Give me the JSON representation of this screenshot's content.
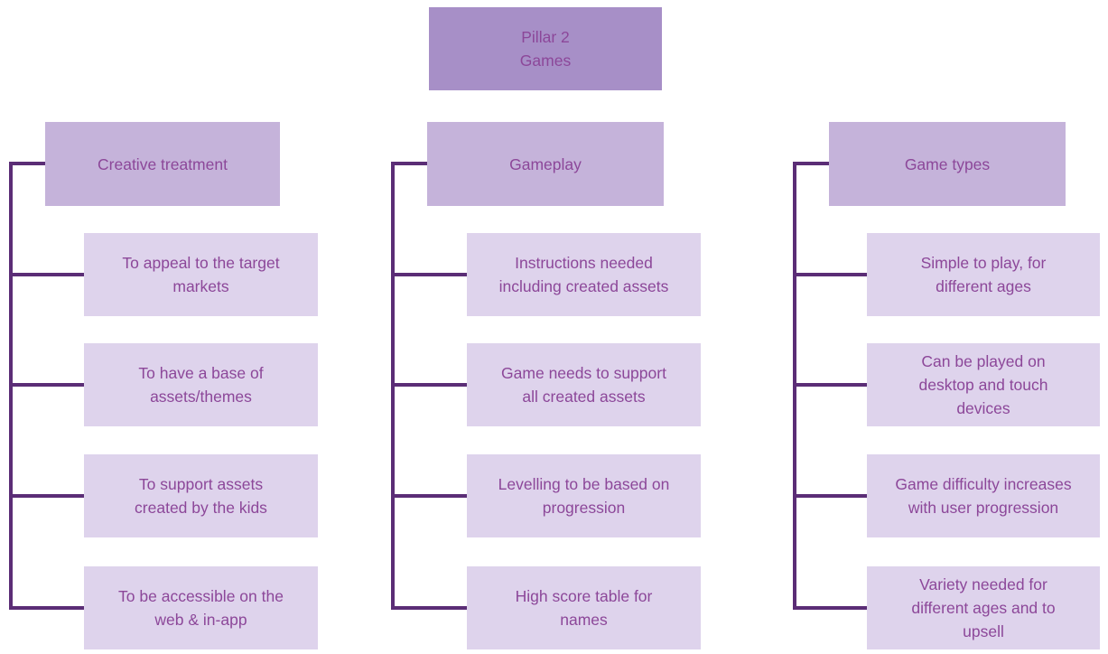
{
  "diagram": {
    "root": {
      "text": "Pillar 2\nGames"
    },
    "columns": [
      {
        "header": "Creative treatment",
        "items": [
          "To appeal to the target markets",
          "To have a base of assets/themes",
          "To support assets created by the kids",
          "To be accessible on the web & in-app"
        ]
      },
      {
        "header": "Gameplay",
        "items": [
          "Instructions needed including created assets",
          "Game needs  to support all created assets",
          "Levelling to be based on progression",
          "High score table for names"
        ]
      },
      {
        "header": "Game types",
        "items": [
          "Simple to play, for different ages",
          "Can be played on desktop and touch devices",
          "Game difficulty increases with user progression",
          "Variety needed for different ages and to upsell"
        ]
      }
    ],
    "colors": {
      "background": "#ffffff",
      "root_fill": "#a78fc7",
      "header_fill": "#c5b3da",
      "item_fill": "#ded3ec",
      "text": "#8c4799",
      "connector": "#5b2d76"
    }
  }
}
